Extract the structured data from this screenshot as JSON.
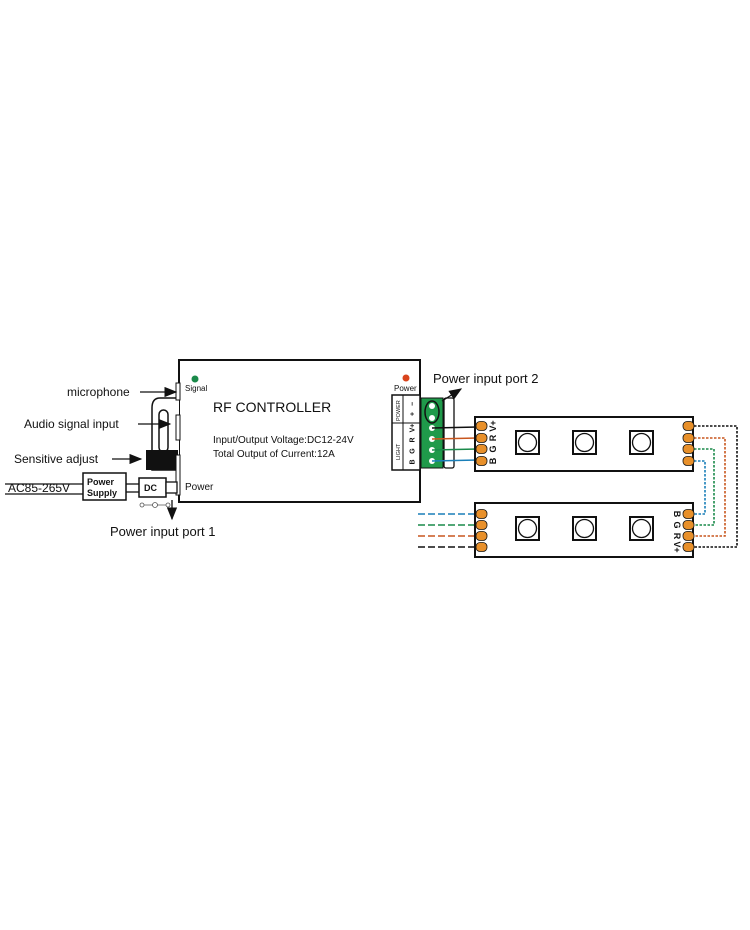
{
  "controller": {
    "title": "RF CONTROLLER",
    "spec_voltage": "Input/Output Voltage:DC12-24V",
    "spec_current": "Total Output of Current:12A",
    "signal_led_label": "Signal",
    "power_led_label": "Power",
    "power_jack_label": "Power",
    "terminal_power_label": "POWER",
    "terminal_light_label": "LIGHT",
    "terminal_pins": [
      "−",
      "+",
      "V+",
      "R",
      "G",
      "B"
    ]
  },
  "callouts": {
    "microphone": "microphone",
    "audio_input": "Audio signal input",
    "sensitive_adjust": "Sensitive adjust",
    "ac_input": "AC85-265V",
    "power_supply_line1": "Power",
    "power_supply_line2": "Supply",
    "dc": "DC",
    "power_port_1": "Power input port 1",
    "power_port_2": "Power input port 2"
  },
  "strip_pins": [
    "V+",
    "R",
    "G",
    "B"
  ],
  "colors": {
    "v_plus": "#111111",
    "red": "#c8561e",
    "green": "#1a8a4a",
    "blue": "#1a7fb8",
    "pad": "#e8902a",
    "terminal": "#1f9a4a",
    "signal_led": "#1a8a4a",
    "power_led": "#d9441c"
  }
}
